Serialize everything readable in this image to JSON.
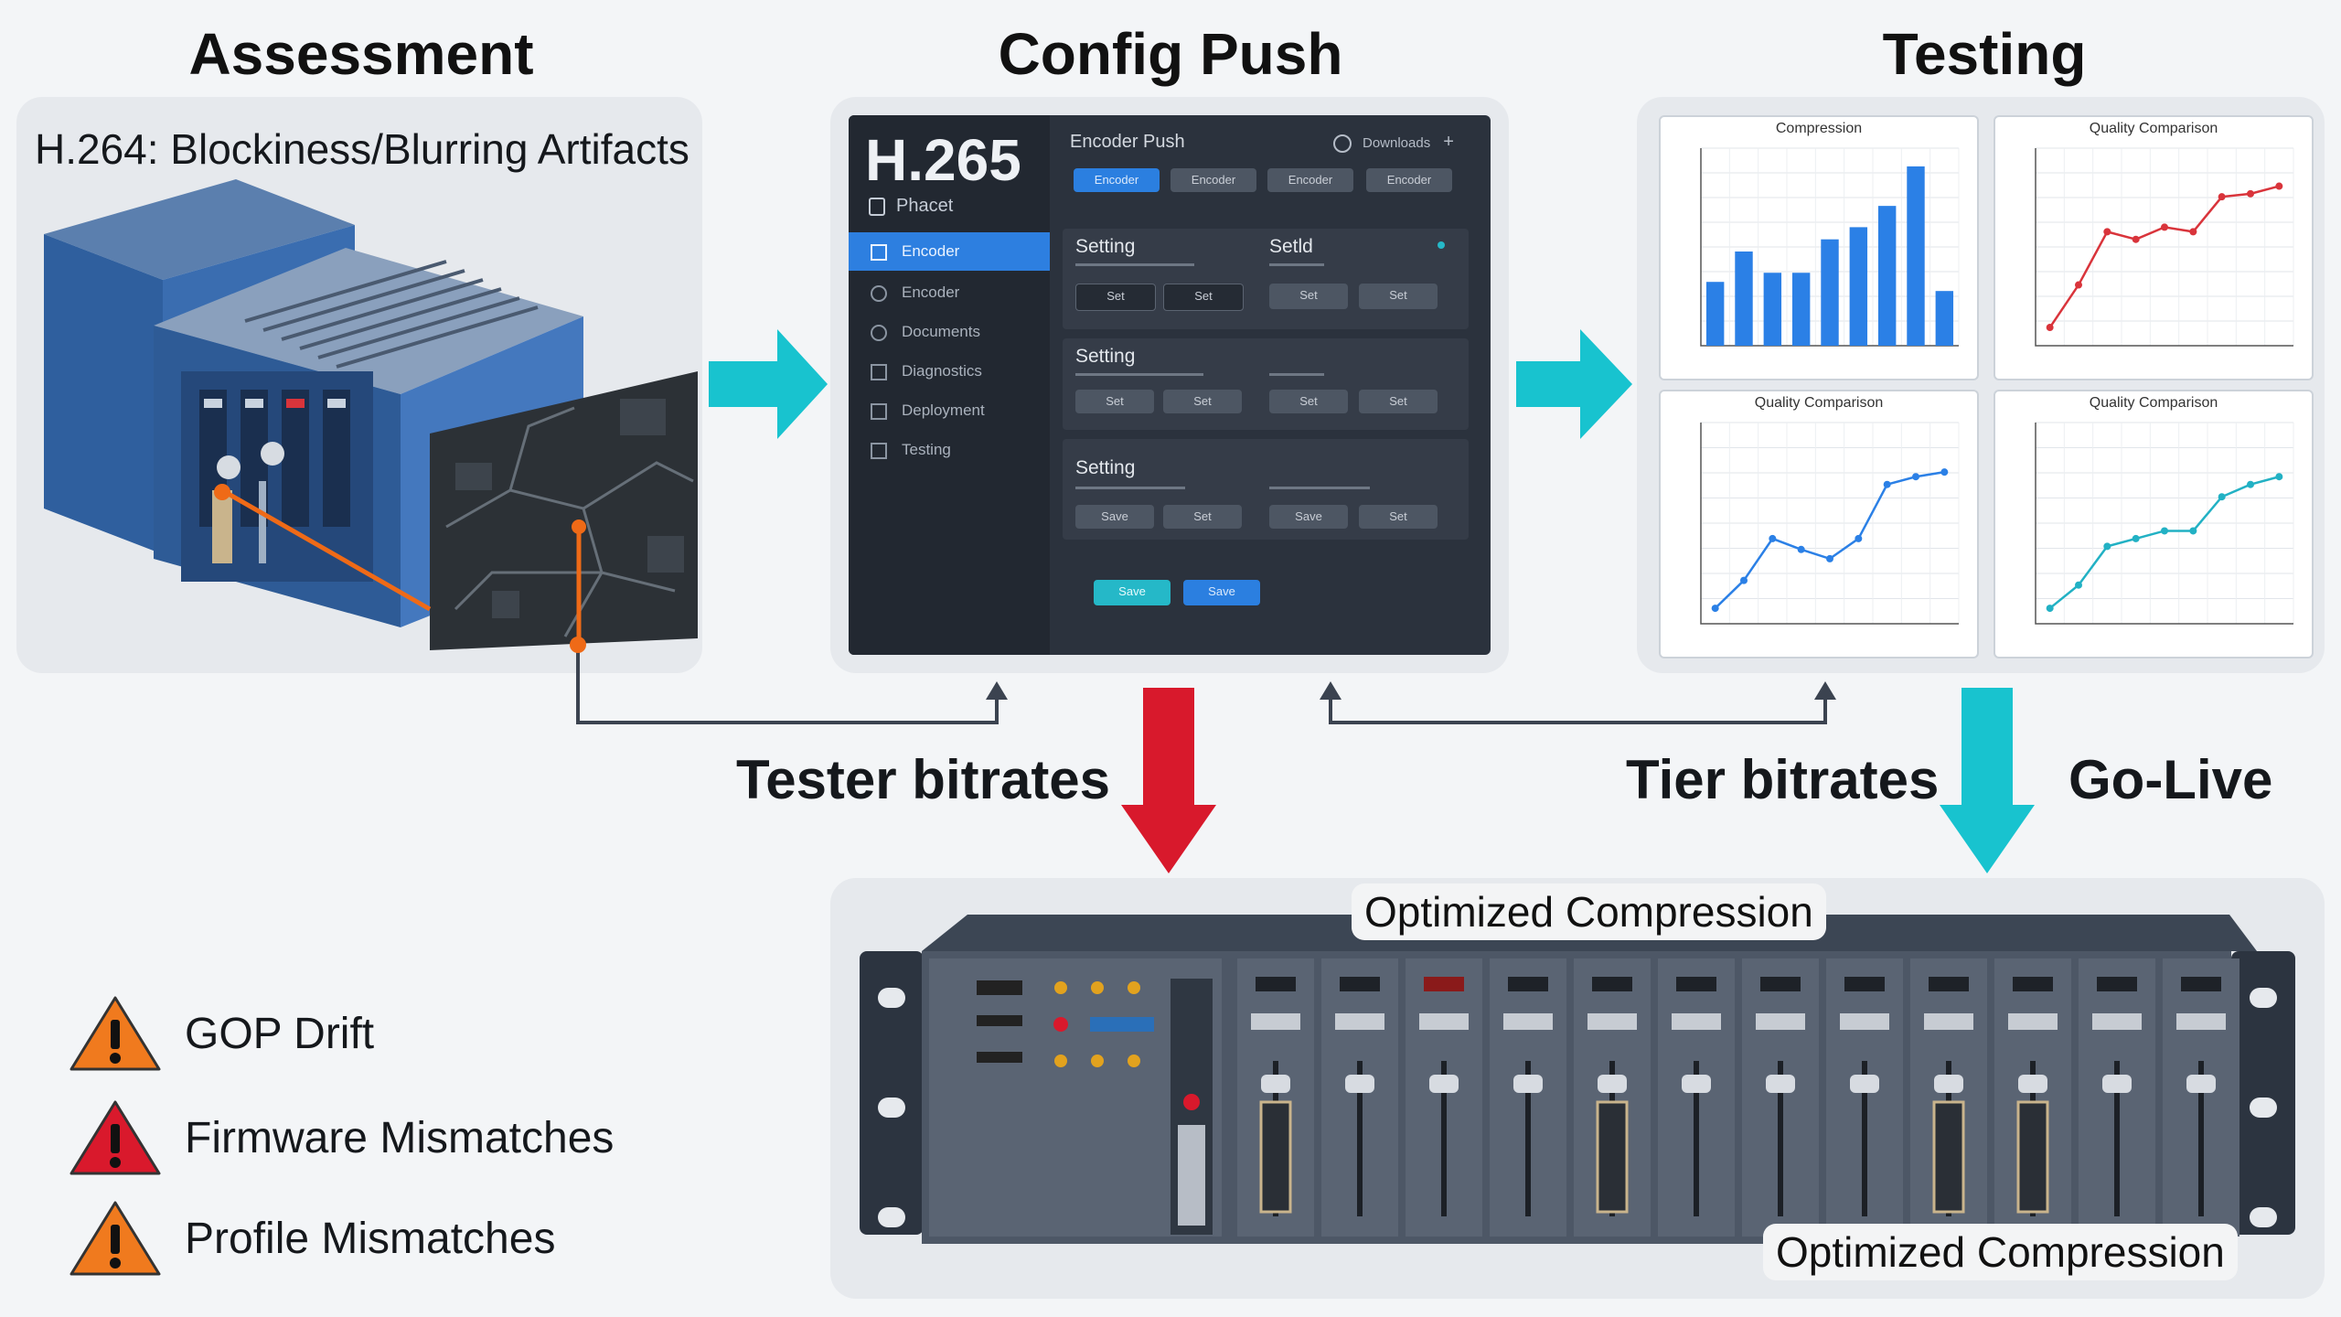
{
  "headings": {
    "assessment": "Assessment",
    "config": "Config Push",
    "testing": "Testing"
  },
  "assessment": {
    "caption": "H.264: Blockiness/Blurring Artifacts"
  },
  "encoder_ui": {
    "logo": "H.265",
    "logo_sub": "Phacet",
    "header_title": "Encoder Push",
    "header_right": "Downloads",
    "tabs": [
      "Encoder",
      "Encoder",
      "Encoder",
      "Encoder"
    ],
    "sidebar": [
      "Encoder",
      "Encoder",
      "Documents",
      "Diagnostics",
      "Deployment",
      "Testing"
    ],
    "sections": [
      {
        "title_left": "Setting",
        "title_right": "Setld",
        "buttons": [
          "Set",
          "Set",
          "Set",
          "Set"
        ]
      },
      {
        "title_left": "Setting",
        "title_right": "",
        "buttons": [
          "Set",
          "Set",
          "Set",
          "Set"
        ]
      },
      {
        "title_left": "Setting",
        "title_right": "",
        "buttons": [
          "Save",
          "Set",
          "Save",
          "Set"
        ]
      }
    ],
    "footer_buttons": [
      "Save",
      "Save"
    ]
  },
  "labels": {
    "tester": "Tester bitrates",
    "tier": "Tier bitrates",
    "golive": "Go-Live"
  },
  "warnings": [
    {
      "text": "GOP Drift",
      "color": "#f07a1e"
    },
    {
      "text": "Firmware Mismatches",
      "color": "#d9192c"
    },
    {
      "text": "Profile Mismatches",
      "color": "#f07a1e"
    }
  ],
  "rack": {
    "top_label": "Optimized Compression",
    "bottom_label": "Optimized Compression"
  },
  "chart_data": [
    {
      "type": "bar",
      "title": "Compression",
      "color": "#2b80e6",
      "values": [
        42,
        62,
        48,
        48,
        70,
        78,
        92,
        118,
        36
      ],
      "ylim": [
        0,
        130
      ]
    },
    {
      "type": "line",
      "title": "Quality Comparison",
      "color": "#d9343b",
      "values": [
        12,
        40,
        75,
        70,
        78,
        75,
        98,
        100,
        105
      ],
      "ylim": [
        0,
        130
      ]
    },
    {
      "type": "line",
      "title": "Quality Comparison",
      "color": "#2b80e6",
      "values": [
        10,
        28,
        55,
        48,
        42,
        55,
        90,
        95,
        98
      ],
      "ylim": [
        0,
        130
      ]
    },
    {
      "type": "line",
      "title": "Quality Comparison",
      "color": "#22b1c4",
      "values": [
        10,
        25,
        50,
        55,
        60,
        60,
        82,
        90,
        95
      ],
      "ylim": [
        0,
        130
      ]
    }
  ],
  "colors": {
    "cyan_arrow": "#18c3cf",
    "red_arrow": "#d8192c",
    "connector": "#3b4350",
    "marker": "#ef6a17"
  }
}
